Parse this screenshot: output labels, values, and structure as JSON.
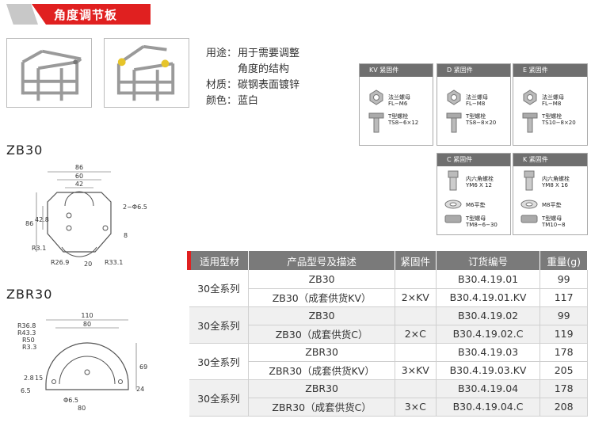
{
  "header": {
    "title": "角度调节板"
  },
  "info": [
    {
      "label": "用途：",
      "value": "用于需要调整"
    },
    {
      "label": "",
      "value": "角度的结构"
    },
    {
      "label": "材质：",
      "value": "碳钢表面镀锌"
    },
    {
      "label": "颜色：",
      "value": "蓝白"
    }
  ],
  "fasteners": {
    "kv": {
      "title": "KV 紧固件",
      "a1": "法兰螺母",
      "a2": "FL−M6",
      "b1": "T型螺栓",
      "b2": "TS8−6×12"
    },
    "d": {
      "title": "D 紧固件",
      "a1": "法兰螺母",
      "a2": "FL−M8",
      "b1": "T型螺栓",
      "b2": "TS8−8×20"
    },
    "e": {
      "title": "E 紧固件",
      "a1": "法兰螺母",
      "a2": "FL−M8",
      "b1": "T型螺栓",
      "b2": "TS10−8×20"
    },
    "c": {
      "title": "C 紧固件",
      "a1": "内六角螺栓",
      "a2": "YM6 X 12",
      "b1": "M6平垫",
      "c1": "T型螺母",
      "c2": "TM8−6−30"
    },
    "k": {
      "title": "K 紧固件",
      "a1": "内六角螺栓",
      "a2": "YM8 X 16",
      "b1": "M8平垫",
      "c1": "T型螺母",
      "c2": "TM10−8"
    }
  },
  "zb30": {
    "title": "ZB30",
    "dims": {
      "w86": "86",
      "w60": "60",
      "w42": "42",
      "hole": "2−Φ6.5",
      "h86": "86",
      "h428": "42.8",
      "t8": "8",
      "r31": "R3.1",
      "r269": "R26.9",
      "d20": "20",
      "r331": "R33.1"
    }
  },
  "zbr30": {
    "title": "ZBR30",
    "dims": {
      "w110": "110",
      "w80": "80",
      "r368": "R36.8",
      "r433": "R43.3",
      "r50": "R50",
      "r33": "R3.3",
      "h69": "69",
      "d28": "2.8",
      "d15": "15",
      "d65": "6.5",
      "d24": "24",
      "hole": "Φ6.5",
      "b80": "80"
    }
  },
  "table": {
    "headers": [
      "适用型材",
      "产品型号及描述",
      "紧固件",
      "订货编号",
      "重量(g)"
    ],
    "rows": [
      {
        "series": "30全系列",
        "model": "ZB30",
        "fastener": "",
        "code": "B30.4.19.01",
        "weight": "99"
      },
      {
        "series": "",
        "model": "ZB30（成套供货KV）",
        "fastener": "2×KV",
        "code": "B30.4.19.01.KV",
        "weight": "117"
      },
      {
        "series": "30全系列",
        "model": "ZB30",
        "fastener": "",
        "code": "B30.4.19.02",
        "weight": "99"
      },
      {
        "series": "",
        "model": "ZB30（成套供货C）",
        "fastener": "2×C",
        "code": "B30.4.19.02.C",
        "weight": "119"
      },
      {
        "series": "30全系列",
        "model": "ZBR30",
        "fastener": "",
        "code": "B30.4.19.03",
        "weight": "178"
      },
      {
        "series": "",
        "model": "ZBR30（成套供货KV）",
        "fastener": "3×KV",
        "code": "B30.4.19.03.KV",
        "weight": "205"
      },
      {
        "series": "30全系列",
        "model": "ZBR30",
        "fastener": "",
        "code": "B30.4.19.04",
        "weight": "178"
      },
      {
        "series": "",
        "model": "ZBR30（成套供货C）",
        "fastener": "3×C",
        "code": "B30.4.19.04.C",
        "weight": "208"
      }
    ]
  }
}
